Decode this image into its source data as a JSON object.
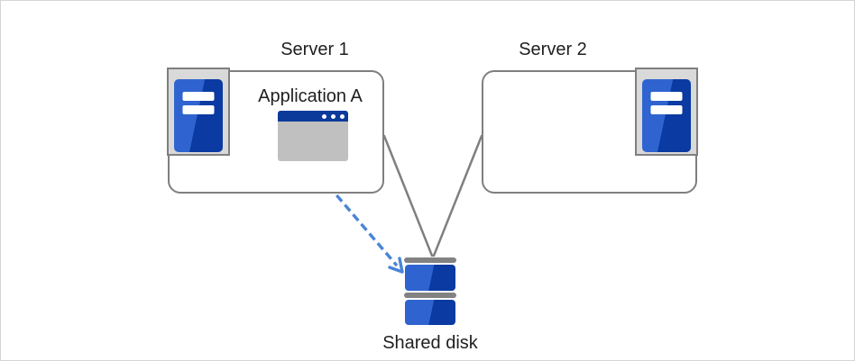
{
  "diagram": {
    "server1": {
      "label": "Server 1",
      "application": {
        "label": "Application A"
      }
    },
    "server2": {
      "label": "Server 2"
    },
    "shared_disk": {
      "label": "Shared disk"
    },
    "connections": [
      {
        "from": "Server 1",
        "to": "Shared disk",
        "style": "solid-line"
      },
      {
        "from": "Server 2",
        "to": "Shared disk",
        "style": "solid-line"
      },
      {
        "from": "Application A",
        "to": "Shared disk",
        "style": "dashed-arrow"
      }
    ]
  },
  "icons": {
    "server1": "server-tower-icon",
    "server2": "server-tower-icon",
    "application": "app-window-icon",
    "shared_disk": "disk-stack-icon"
  },
  "colors": {
    "blue_light": "#2f64d0",
    "blue_dark": "#0a3aa2",
    "titlebar_blue": "#0b3a9b",
    "arrow_blue": "#4a84d8",
    "line_gray": "#7f7f7f",
    "lid_gray": "#828282",
    "icon_bg_gray": "#d9d9d9",
    "window_body_gray": "#c0c0c0",
    "text_color": "#1f1f1f",
    "canvas_border": "#d5d5d5",
    "background": "#ffffff"
  }
}
